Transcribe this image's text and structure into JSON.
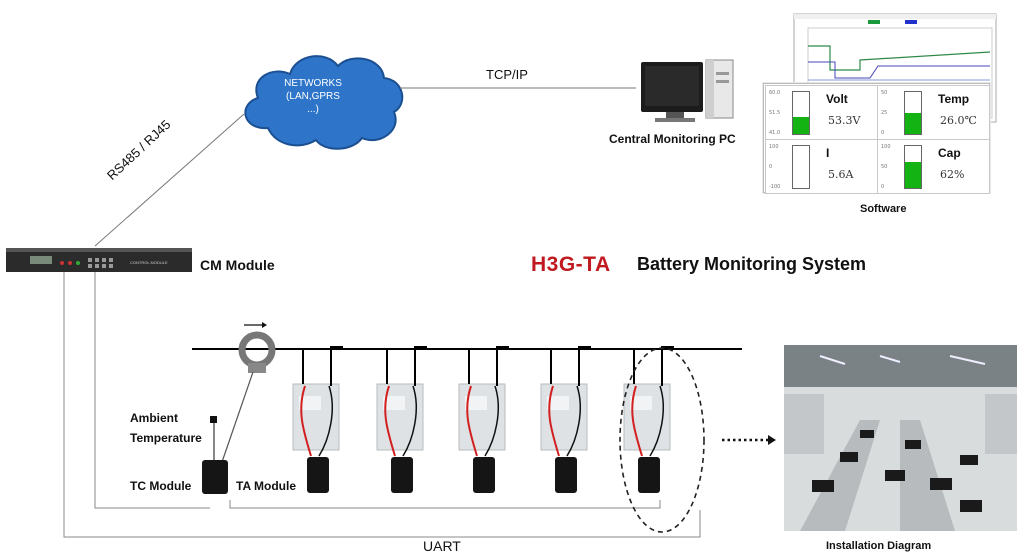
{
  "network": {
    "line1": "NETWORKS",
    "line2": "(LAN,GPRS",
    "line3": "...)"
  },
  "tcp_ip": "TCP/IP",
  "rs485": "RS485 / RJ45",
  "central_pc": "Central Monitoring PC",
  "software": {
    "caption": "Software",
    "cells": [
      {
        "name": "Volt",
        "value": "53.3V",
        "level": 0.4
      },
      {
        "name": "Temp",
        "value": "26.0℃",
        "level": 0.5
      },
      {
        "name": "I",
        "value": "5.6A",
        "level": 0.0
      },
      {
        "name": "Cap",
        "value": "62%",
        "level": 0.62
      }
    ]
  },
  "cm_module": "CM Module",
  "cm_device_text": "CONTROL MODULE",
  "title": {
    "brand": "H3G-TA",
    "rest": "Battery Monitoring System"
  },
  "ambient": {
    "line1": "Ambient",
    "line2": "Temperature"
  },
  "tc_module": "TC Module",
  "ta_module": "TA Module",
  "uart": "UART",
  "installation": "Installation Diagram",
  "colors": {
    "brand": "#c0191f",
    "cloud": "#2b6fc2",
    "gauge_fill": "#13b313"
  }
}
